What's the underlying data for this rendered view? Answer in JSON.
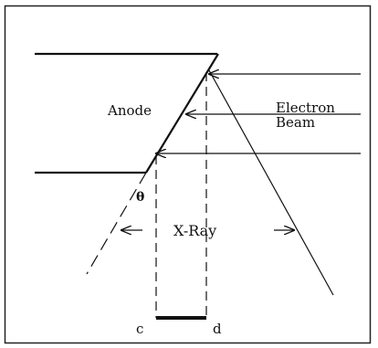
{
  "labels": {
    "anode": "Anode",
    "electron_beam_line1": "Electron",
    "electron_beam_line2": "Beam",
    "theta": "θ",
    "xray": "X-Ray",
    "c": "c",
    "d": "d"
  },
  "colors": {
    "stroke": "#111111",
    "border": "#222222",
    "background": "#ffffff"
  }
}
